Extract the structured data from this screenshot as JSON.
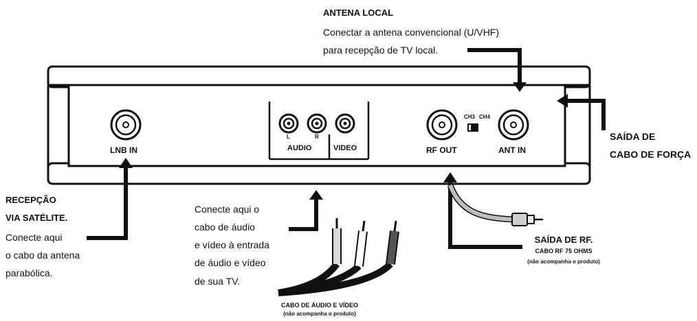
{
  "antenna_local": {
    "title": "ANTENA LOCAL",
    "line1": "Conectar a antena convencional (U/VHF)",
    "line2": "para recepção de TV local."
  },
  "power_cable": {
    "line1": "SAÍDA DE",
    "line2": "CABO DE FORÇA"
  },
  "satellite": {
    "title1": "RECEPÇÃO",
    "title2": "VIA SATÉLITE.",
    "line1": "Conecte aqui",
    "line2": "o cabo da antena",
    "line3": "parabólica."
  },
  "av_note": {
    "line1": "Conecte aqui o",
    "line2": "cabo de áudio",
    "line3": "e vídeo à entrada",
    "line4": "de áudio e vídeo",
    "line5": "de sua TV."
  },
  "av_cable": {
    "title": "CABO DE ÁUDIO E VÍDEO",
    "note": "(não acompanha o produto)"
  },
  "rf_out": {
    "title": "SAÍDA DE RF.",
    "subtitle": "CABO RF 75 OHMS",
    "note": "(não acompanha o produto)"
  },
  "ports": {
    "lnb_in": "LNB IN",
    "audio": "AUDIO",
    "video": "VIDEO",
    "left": "L",
    "right": "R",
    "rf_out": "RF OUT",
    "ant_in": "ANT IN",
    "ch3": "CH3",
    "ch4": "CH4"
  },
  "colors": {
    "line": "#111111",
    "cable_gray": "#bfbfbf",
    "panel_fill": "#ffffff"
  }
}
